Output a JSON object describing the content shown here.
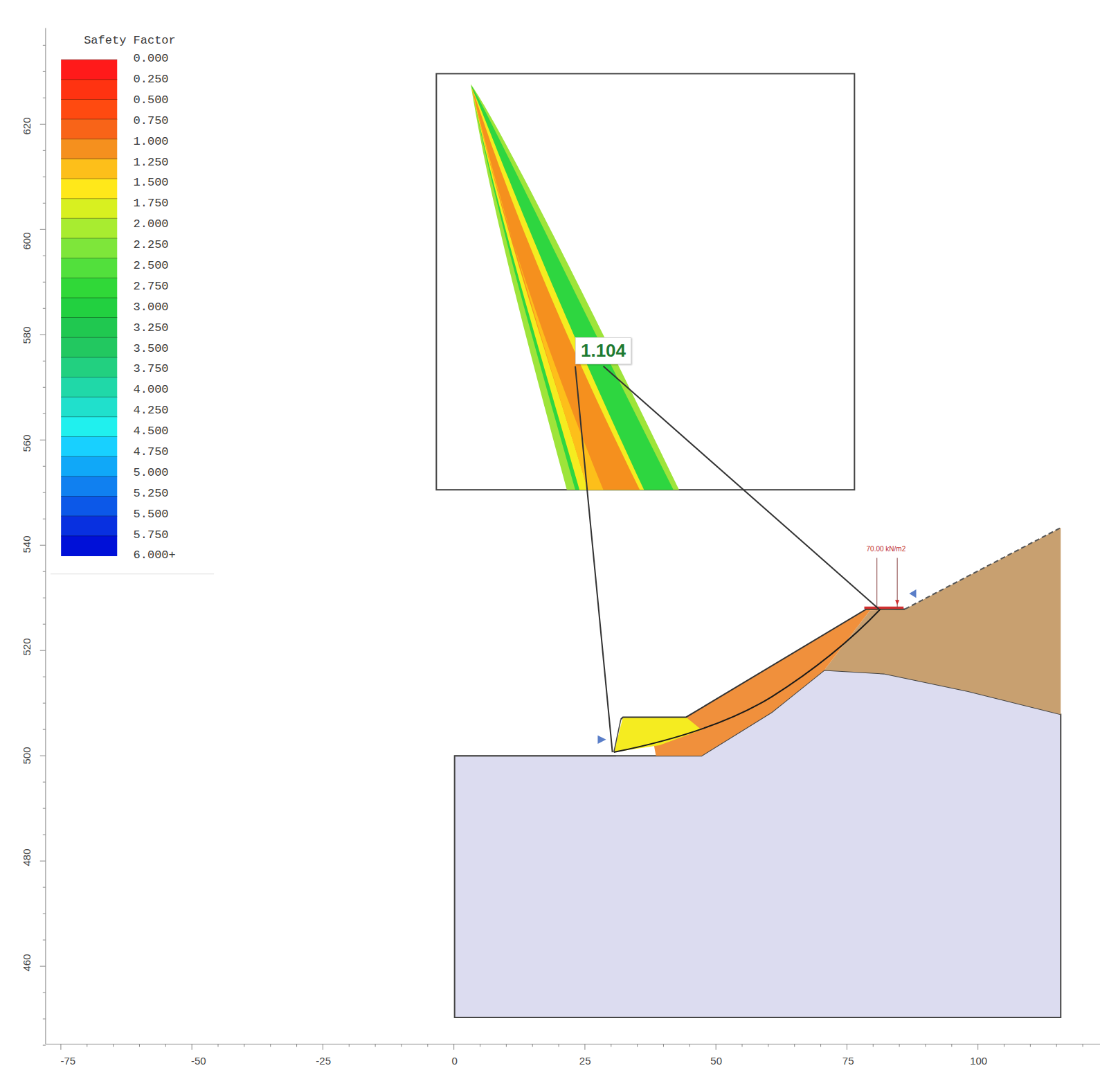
{
  "diagram": {
    "nodes": [
      {
        "text": [
          "1.104"
        ]
      }
    ],
    "labels": [
      "Safety Factor",
      "620",
      "600",
      "580",
      "560",
      "540",
      "520",
      "500",
      "480",
      "460",
      "-75",
      "-50",
      "-25",
      "0",
      "25",
      "50",
      "75",
      "100",
      "70.00 kN/m2"
    ],
    "legend": [
      {
        "text": "0.000",
        "color": "#ff1a1a"
      },
      {
        "text": "0.250",
        "color": "#ff3311"
      },
      {
        "text": "0.500",
        "color": "#ff4a10"
      },
      {
        "text": "0.750",
        "color": "#f86418"
      },
      {
        "text": "1.000",
        "color": "#f5901e"
      },
      {
        "text": "1.250",
        "color": "#fdbf1a"
      },
      {
        "text": "1.500",
        "color": "#ffe81a"
      },
      {
        "text": "1.750",
        "color": "#d8f020"
      },
      {
        "text": "2.000",
        "color": "#a8ec30"
      },
      {
        "text": "2.250",
        "color": "#7ee63a"
      },
      {
        "text": "2.500",
        "color": "#52e03c"
      },
      {
        "text": "2.750",
        "color": "#30d838"
      },
      {
        "text": "3.000",
        "color": "#22d040"
      },
      {
        "text": "3.250",
        "color": "#20c850"
      },
      {
        "text": "3.500",
        "color": "#22c860"
      },
      {
        "text": "3.750",
        "color": "#22d080"
      },
      {
        "text": "4.000",
        "color": "#20d8a8"
      },
      {
        "text": "4.250",
        "color": "#20e0cc"
      },
      {
        "text": "4.500",
        "color": "#20f0ee"
      },
      {
        "text": "4.750",
        "color": "#18d0ff"
      },
      {
        "text": "5.000",
        "color": "#10a8f8"
      },
      {
        "text": "5.250",
        "color": "#1080f0"
      },
      {
        "text": "5.500",
        "color": "#0c58e8"
      },
      {
        "text": "5.750",
        "color": "#0830e0"
      },
      {
        "text": "6.000+",
        "color": "#0010d8"
      }
    ]
  }
}
